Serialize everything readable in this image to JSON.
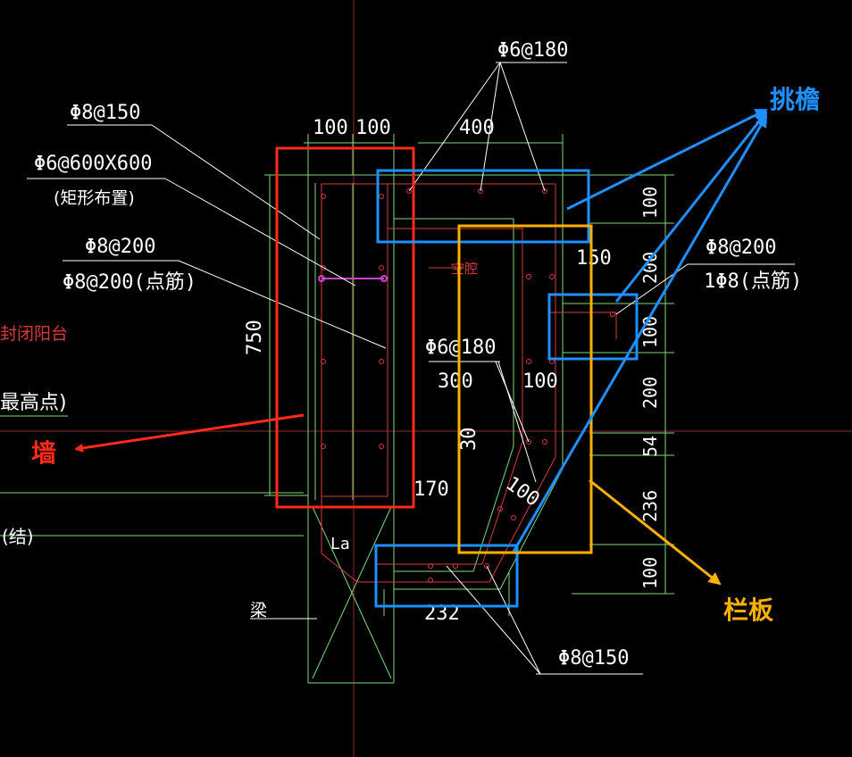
{
  "colors": {
    "background": "#000000",
    "structure": "#7fd87f",
    "rebar": "#d83a3a",
    "text": "#ffffff",
    "wall_highlight": "#ff2a1a",
    "canopy_highlight": "#1e90ff",
    "parapet_highlight": "#ffb000",
    "magenta_bar": "#cc44cc",
    "crosshair": "#8b2b2b",
    "dim_line": "#7fd87f"
  },
  "labels": {
    "wall_bar": "Φ8@150",
    "tie_bar": "Φ6@600X600",
    "tie_note": "(矩形布置)",
    "dist_bar_1": "Φ8@200",
    "dist_bar_2": "Φ8@200(点筋)",
    "top_bar": "Φ6@180",
    "right_bar_1": "Φ8@200",
    "right_bar_2": "1Φ8(点筋)",
    "mid_bar": "Φ6@180",
    "bottom_bar": "Φ8@150",
    "closed_balcony": "封闭阳台",
    "highest_point": "最高点)",
    "structure_note": "(结)",
    "beam": "梁",
    "anchor": "La",
    "cavity": "空腔"
  },
  "dimensions": {
    "d100a": "100",
    "d100b": "100",
    "d400": "400",
    "d750": "750",
    "d150": "150",
    "d300": "300",
    "d100c": "100",
    "d30": "30",
    "d100d": "100",
    "d170": "170",
    "d232": "232",
    "r100a": "100",
    "r200a": "200",
    "r100b": "100",
    "r200b": "200",
    "r54": "54",
    "r236": "236",
    "r100c": "100"
  },
  "callouts": {
    "wall": "墙",
    "canopy": "挑檐",
    "parapet": "栏板"
  }
}
